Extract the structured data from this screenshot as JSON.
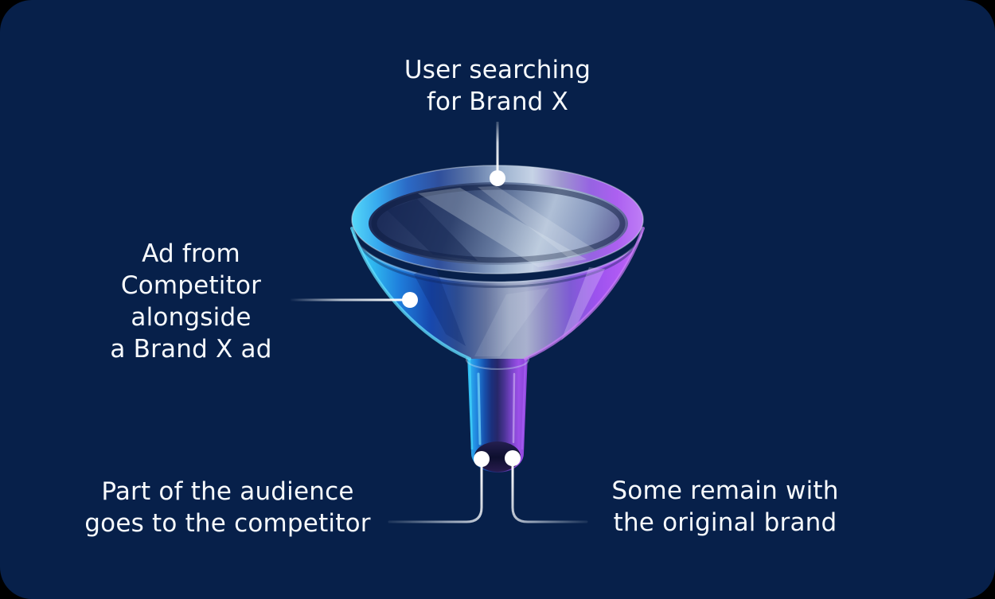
{
  "card": {
    "background_color": "#07204A",
    "outside_color": "#000000"
  },
  "labels": {
    "top": {
      "lines": [
        "User searching",
        "for Brand X"
      ]
    },
    "left": {
      "lines": [
        "Ad from",
        "Competitor",
        "alongside",
        "a Brand X ad"
      ]
    },
    "bottom_left": {
      "lines": [
        "Part of the audience",
        "goes to the competitor"
      ]
    },
    "bottom_right": {
      "lines": [
        "Some remain with",
        "the original brand"
      ]
    }
  },
  "funnel": {
    "icon": "funnel-3d-glass",
    "colors": {
      "cyan_edge": "#45D2F6",
      "blue": "#1748AE",
      "silver": "#A9B1CE",
      "purple": "#7E5BD4",
      "magenta_edge": "#C576F7",
      "interior_silver": "#AFBFD6",
      "opening_dark": "#0D0F2E"
    }
  },
  "connectors": {
    "dot_color": "#FFFFFF",
    "line_color": "#D7DEE8"
  },
  "text_color": "#F7FAFD"
}
